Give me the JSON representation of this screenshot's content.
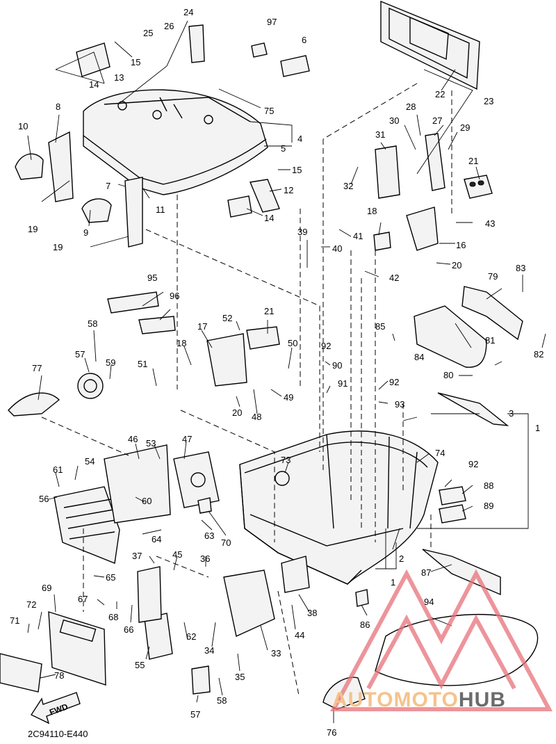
{
  "diagram_code": "2C94110-E440",
  "fwd_arrow_label": "FWD",
  "watermark": {
    "brand_part1": "AUTOMOTO",
    "brand_part2": "HUB",
    "accent_color": "#e8717a",
    "text_color_1": "#f6c28b",
    "text_color_2": "#6b6b6b"
  },
  "part_numbers": [
    "1",
    "2",
    "3",
    "4",
    "5",
    "6",
    "7",
    "8",
    "9",
    "10",
    "11",
    "12",
    "13",
    "14",
    "15",
    "16",
    "17",
    "18",
    "19",
    "20",
    "21",
    "22",
    "23",
    "24",
    "25",
    "26",
    "27",
    "28",
    "29",
    "30",
    "31",
    "32",
    "33",
    "34",
    "35",
    "36",
    "37",
    "38",
    "39",
    "40",
    "41",
    "42",
    "43",
    "44",
    "45",
    "46",
    "47",
    "48",
    "49",
    "50",
    "51",
    "52",
    "53",
    "54",
    "55",
    "56",
    "57",
    "58",
    "59",
    "60",
    "61",
    "62",
    "63",
    "64",
    "65",
    "66",
    "67",
    "68",
    "69",
    "70",
    "71",
    "72",
    "73",
    "74",
    "75",
    "76",
    "77",
    "78",
    "79",
    "80",
    "81",
    "82",
    "83",
    "84",
    "85",
    "86",
    "87",
    "88",
    "89",
    "90",
    "91",
    "92",
    "93",
    "94",
    "95",
    "96",
    "97"
  ]
}
